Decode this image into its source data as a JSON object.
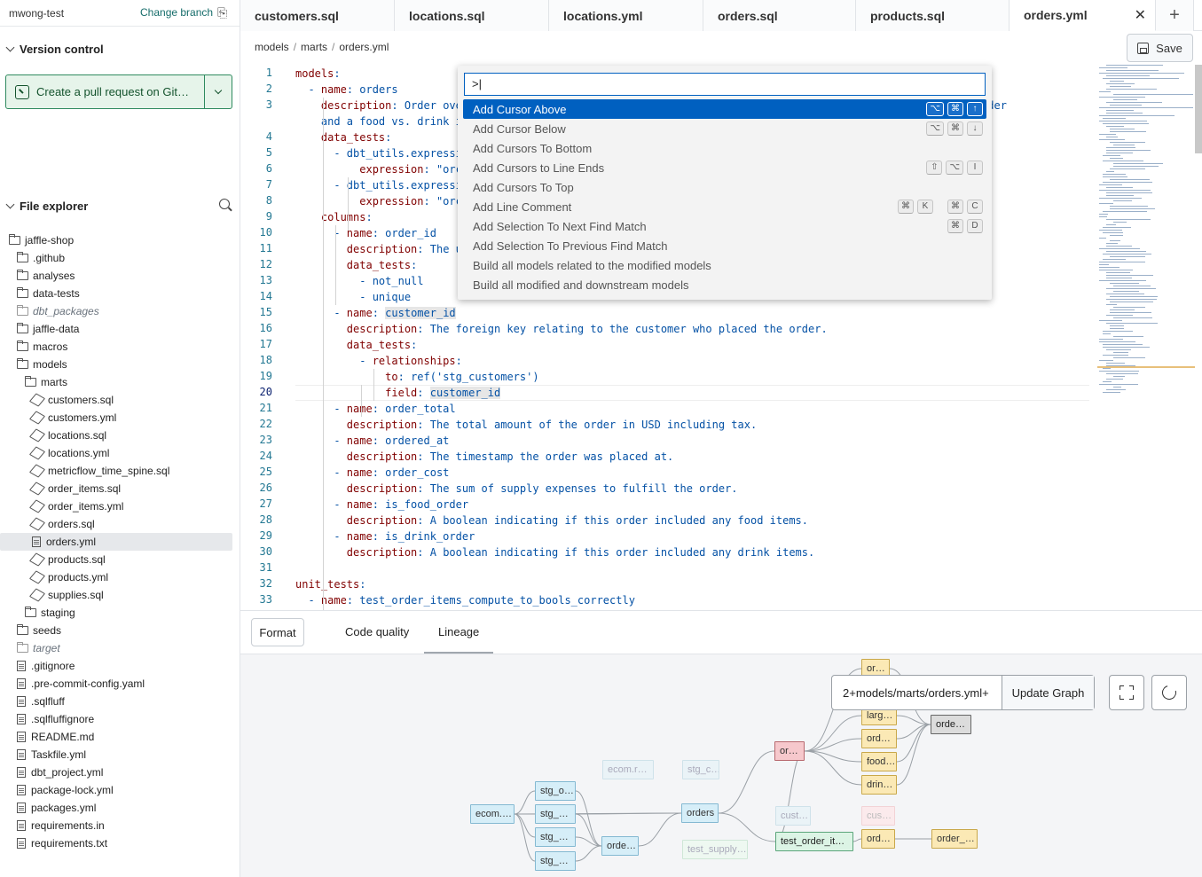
{
  "sidebar": {
    "project_name": "mwong-test",
    "change_branch": "Change branch",
    "version_control_title": "Version control",
    "pr_button_label": "Create a pull request on Git…",
    "file_explorer_title": "File explorer",
    "tree": [
      {
        "label": "jaffle-shop",
        "type": "folder",
        "depth": 0
      },
      {
        "label": ".github",
        "type": "folder",
        "depth": 1
      },
      {
        "label": "analyses",
        "type": "folder",
        "depth": 1
      },
      {
        "label": "data-tests",
        "type": "folder",
        "depth": 1
      },
      {
        "label": "dbt_packages",
        "type": "folder-dim",
        "depth": 1
      },
      {
        "label": "jaffle-data",
        "type": "folder",
        "depth": 1
      },
      {
        "label": "macros",
        "type": "folder",
        "depth": 1
      },
      {
        "label": "models",
        "type": "folder",
        "depth": 1
      },
      {
        "label": "marts",
        "type": "folder",
        "depth": 2
      },
      {
        "label": "customers.sql",
        "type": "model",
        "depth": 3
      },
      {
        "label": "customers.yml",
        "type": "model",
        "depth": 3
      },
      {
        "label": "locations.sql",
        "type": "model",
        "depth": 3
      },
      {
        "label": "locations.yml",
        "type": "model",
        "depth": 3
      },
      {
        "label": "metricflow_time_spine.sql",
        "type": "model",
        "depth": 3
      },
      {
        "label": "order_items.sql",
        "type": "model",
        "depth": 3
      },
      {
        "label": "order_items.yml",
        "type": "model",
        "depth": 3
      },
      {
        "label": "orders.sql",
        "type": "model",
        "depth": 3
      },
      {
        "label": "orders.yml",
        "type": "file",
        "depth": 3,
        "selected": true
      },
      {
        "label": "products.sql",
        "type": "model",
        "depth": 3
      },
      {
        "label": "products.yml",
        "type": "model",
        "depth": 3
      },
      {
        "label": "supplies.sql",
        "type": "model",
        "depth": 3
      },
      {
        "label": "staging",
        "type": "folder",
        "depth": 2
      },
      {
        "label": "seeds",
        "type": "folder",
        "depth": 1
      },
      {
        "label": "target",
        "type": "folder-dim",
        "depth": 1
      },
      {
        "label": ".gitignore",
        "type": "file",
        "depth": 1
      },
      {
        "label": ".pre-commit-config.yaml",
        "type": "file",
        "depth": 1
      },
      {
        "label": ".sqlfluff",
        "type": "file",
        "depth": 1
      },
      {
        "label": ".sqlfluffignore",
        "type": "file",
        "depth": 1
      },
      {
        "label": "README.md",
        "type": "file",
        "depth": 1
      },
      {
        "label": "Taskfile.yml",
        "type": "file",
        "depth": 1
      },
      {
        "label": "dbt_project.yml",
        "type": "file",
        "depth": 1
      },
      {
        "label": "package-lock.yml",
        "type": "file",
        "depth": 1
      },
      {
        "label": "packages.yml",
        "type": "file",
        "depth": 1
      },
      {
        "label": "requirements.in",
        "type": "file",
        "depth": 1
      },
      {
        "label": "requirements.txt",
        "type": "file",
        "depth": 1
      }
    ]
  },
  "tabs": [
    {
      "label": "customers.sql",
      "active": false
    },
    {
      "label": "locations.sql",
      "active": false
    },
    {
      "label": "locations.yml",
      "active": false
    },
    {
      "label": "orders.sql",
      "active": false
    },
    {
      "label": "products.sql",
      "active": false
    },
    {
      "label": "orders.yml",
      "active": true
    }
  ],
  "tab_close": "✕",
  "tab_new": "+",
  "breadcrumb": [
    "models",
    "marts",
    "orders.yml"
  ],
  "breadcrumb_sep": "/",
  "save_label": "Save",
  "editor": {
    "current_line": 20,
    "lines": [
      {
        "n": "1",
        "t": "models:"
      },
      {
        "n": "2",
        "t": "  - name: orders"
      },
      {
        "n": "3",
        "t": "    description: Order ove                                                                       's first order"
      },
      {
        "n": "",
        "t": "    and a food vs. drink i"
      },
      {
        "n": "4",
        "t": "    data_tests:"
      },
      {
        "n": "5",
        "t": "      - dbt_utils.expressi"
      },
      {
        "n": "6",
        "t": "          expression: \"orc"
      },
      {
        "n": "7",
        "t": "      - dbt_utils.expressi"
      },
      {
        "n": "8",
        "t": "          expression: \"orc"
      },
      {
        "n": "9",
        "t": "    columns:"
      },
      {
        "n": "10",
        "t": "      - name: order_id"
      },
      {
        "n": "11",
        "t": "        description: The u"
      },
      {
        "n": "12",
        "t": "        data_tests:"
      },
      {
        "n": "13",
        "t": "          - not_null"
      },
      {
        "n": "14",
        "t": "          - unique"
      },
      {
        "n": "15",
        "t": "      - name: customer_id"
      },
      {
        "n": "16",
        "t": "        description: The foreign key relating to the customer who placed the order."
      },
      {
        "n": "17",
        "t": "        data_tests:"
      },
      {
        "n": "18",
        "t": "          - relationships:"
      },
      {
        "n": "19",
        "t": "              to: ref('stg_customers')"
      },
      {
        "n": "20",
        "t": "              field: customer_id"
      },
      {
        "n": "21",
        "t": "      - name: order_total"
      },
      {
        "n": "22",
        "t": "        description: The total amount of the order in USD including tax."
      },
      {
        "n": "23",
        "t": "      - name: ordered_at"
      },
      {
        "n": "24",
        "t": "        description: The timestamp the order was placed at."
      },
      {
        "n": "25",
        "t": "      - name: order_cost"
      },
      {
        "n": "26",
        "t": "        description: The sum of supply expenses to fulfill the order."
      },
      {
        "n": "27",
        "t": "      - name: is_food_order"
      },
      {
        "n": "28",
        "t": "        description: A boolean indicating if this order included any food items."
      },
      {
        "n": "29",
        "t": "      - name: is_drink_order"
      },
      {
        "n": "30",
        "t": "        description: A boolean indicating if this order included any drink items."
      },
      {
        "n": "31",
        "t": ""
      },
      {
        "n": "32",
        "t": "unit_tests:"
      },
      {
        "n": "33",
        "t": "  - name: test_order_items_compute_to_bools_correctly"
      }
    ]
  },
  "palette": {
    "input_value": ">|",
    "items": [
      {
        "label": "Add Cursor Above",
        "active": true,
        "keys": [
          [
            "⌥",
            "⌘",
            "↑"
          ]
        ]
      },
      {
        "label": "Add Cursor Below",
        "keys": [
          [
            "⌥",
            "⌘",
            "↓"
          ]
        ]
      },
      {
        "label": "Add Cursors To Bottom",
        "keys": []
      },
      {
        "label": "Add Cursors to Line Ends",
        "keys": [
          [
            "⇧",
            "⌥",
            "I"
          ]
        ]
      },
      {
        "label": "Add Cursors To Top",
        "keys": []
      },
      {
        "label": "Add Line Comment",
        "keys": [
          [
            "⌘",
            "K"
          ],
          [
            "⌘",
            "C"
          ]
        ]
      },
      {
        "label": "Add Selection To Next Find Match",
        "keys": [
          [
            "⌘",
            "D"
          ]
        ]
      },
      {
        "label": "Add Selection To Previous Find Match",
        "keys": []
      },
      {
        "label": "Build all models related to the modified models",
        "keys": []
      },
      {
        "label": "Build all modified and downstream models",
        "keys": []
      }
    ]
  },
  "bottom": {
    "format_label": "Format",
    "tabs": [
      "Code quality",
      "Lineage"
    ],
    "active_tab": "Lineage",
    "selector_value": "2+models/marts/orders.yml+",
    "update_graph": "Update Graph"
  },
  "lineage": {
    "nodes": [
      {
        "id": "ecom1",
        "label": "ecom.…",
        "style": "nb"
      },
      {
        "id": "stgo",
        "label": "stg_o…",
        "style": "nb"
      },
      {
        "id": "stg2",
        "label": "stg_…",
        "style": "nb"
      },
      {
        "id": "stg3",
        "label": "stg_…",
        "style": "nb"
      },
      {
        "id": "stg4",
        "label": "stg_…",
        "style": "nb"
      },
      {
        "id": "ecomr",
        "label": "ecom.r…",
        "style": "nbf"
      },
      {
        "id": "stgc",
        "label": "stg_c…",
        "style": "nbf"
      },
      {
        "id": "orde",
        "label": "orde…",
        "style": "nb"
      },
      {
        "id": "orders",
        "label": "orders",
        "style": "nb"
      },
      {
        "id": "test_supply",
        "label": "test_supply…",
        "style": "ngf"
      },
      {
        "id": "cust",
        "label": "cust…",
        "style": "nbf"
      },
      {
        "id": "or",
        "label": "or…",
        "style": "nr"
      },
      {
        "id": "test_order",
        "label": "test_order_it…",
        "style": "ng"
      },
      {
        "id": "top",
        "label": "or…",
        "style": "ny"
      },
      {
        "id": "larg",
        "label": "larg…",
        "style": "ny"
      },
      {
        "id": "ord1",
        "label": "ord…",
        "style": "ny"
      },
      {
        "id": "food",
        "label": "food…",
        "style": "ny"
      },
      {
        "id": "drin",
        "label": "drin…",
        "style": "ny"
      },
      {
        "id": "cus",
        "label": "cus…",
        "style": "nrf"
      },
      {
        "id": "ord2",
        "label": "ord…",
        "style": "ny"
      },
      {
        "id": "order_",
        "label": "order_…",
        "style": "ny"
      },
      {
        "id": "ordeg",
        "label": "orde…",
        "style": "ngr"
      }
    ]
  },
  "colors": {
    "accent_blue": "#0060c0",
    "pr_green": "#2f8a5f",
    "key_red": "#800000",
    "value_blue": "#0451a5"
  }
}
